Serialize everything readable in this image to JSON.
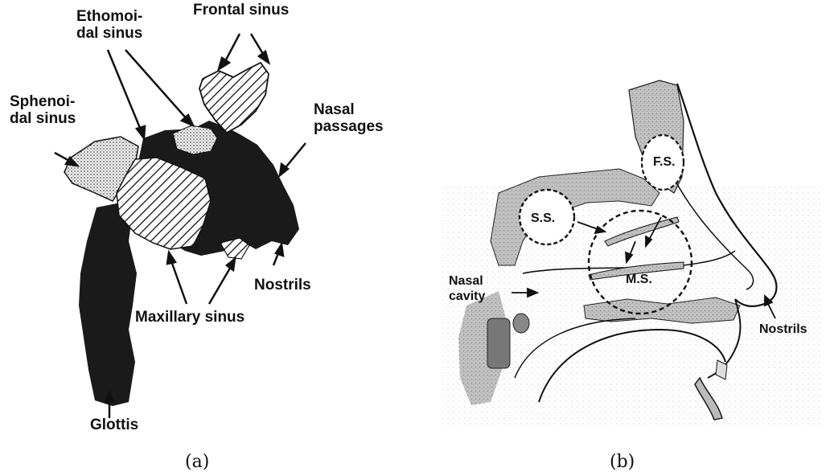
{
  "panel_a": {
    "caption": "(a)",
    "labels": {
      "frontal_sinus": "Frontal sinus",
      "ethmoidal_sinus": "Ethomoi-\ndal sinus",
      "sphenoidal_sinus": "Sphenoi-\ndal sinus",
      "nasal_passages": "Nasal\npassages",
      "nostrils": "Nostrils",
      "maxillary_sinus": "Maxillary sinus",
      "glottis": "Glottis"
    }
  },
  "panel_b": {
    "caption": "(b)",
    "labels": {
      "fs": "F.S.",
      "ss": "S.S.",
      "ms": "M.S.",
      "nasal_cavity": "Nasal\ncavity",
      "nostrils": "Nostrils"
    }
  },
  "colors": {
    "ink": "#111111",
    "cast": "#1a1a1a",
    "stipple": "#bdbdbd"
  }
}
